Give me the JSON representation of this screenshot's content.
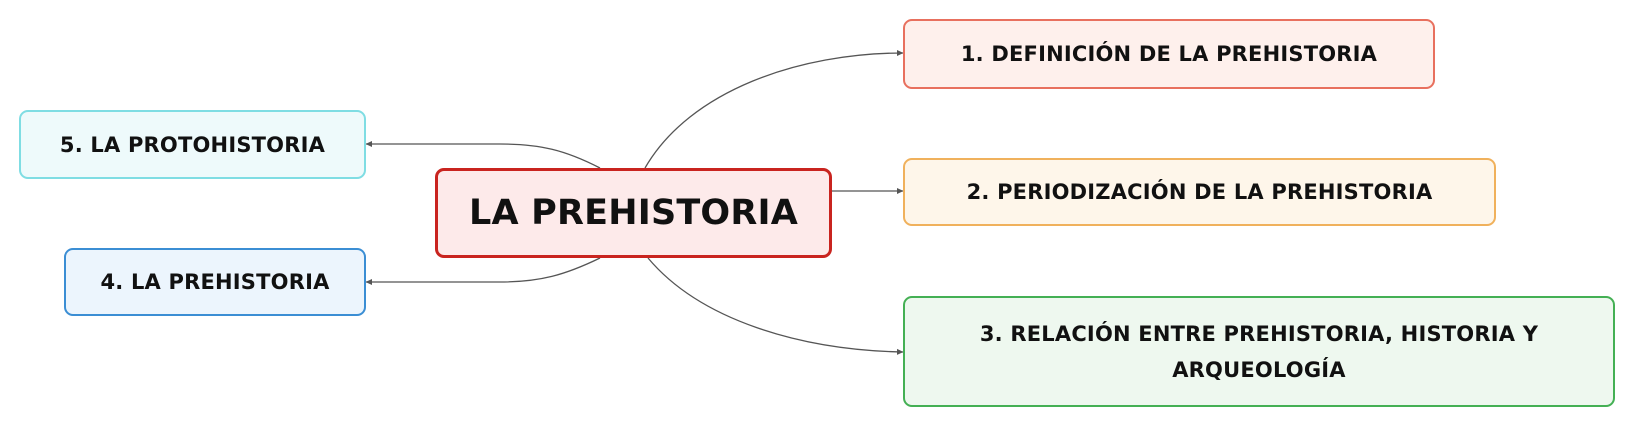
{
  "central": {
    "label": "LA PREHISTORIA",
    "border_color": "#c9241f",
    "fill_color": "#fdeaea"
  },
  "branches": [
    {
      "label": "1. DEFINICIÓN DE LA PREHISTORIA",
      "border_color": "#e8705e",
      "fill_color": "#fef0ec"
    },
    {
      "label": "2. PERIODIZACIÓN DE LA PREHISTORIA",
      "border_color": "#f0b15c",
      "fill_color": "#fef6ea"
    },
    {
      "label": "3. RELACIÓN ENTRE PREHISTORIA, HISTORIA Y ARQUEOLOGÍA",
      "border_color": "#44b054",
      "fill_color": "#eef8ef"
    },
    {
      "label": "4. LA PREHISTORIA",
      "border_color": "#3b8ed4",
      "fill_color": "#ecf5fd"
    },
    {
      "label": "5. LA PROTOHISTORIA",
      "border_color": "#7fdde3",
      "fill_color": "#eefafb"
    }
  ],
  "connector_color": "#555555"
}
